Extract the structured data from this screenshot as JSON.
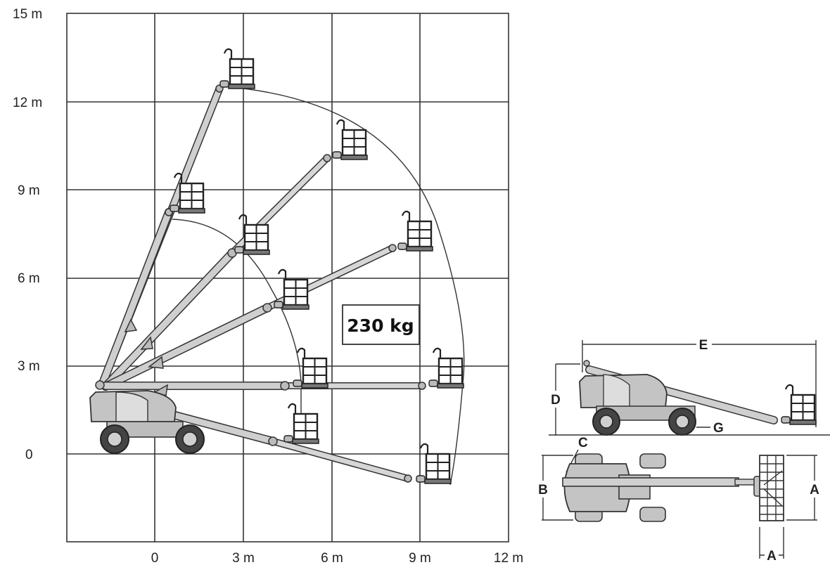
{
  "y_axis_labels": [
    "15 m",
    "12 m",
    "9 m",
    "6 m",
    "3 m",
    "0"
  ],
  "x_axis_labels": [
    "0",
    "3 m",
    "6 m",
    "9 m",
    "12 m"
  ],
  "capacity_label": "230 kg",
  "dimension_labels": {
    "side_view": {
      "E": "E",
      "D": "D",
      "G": "G"
    },
    "top_view": {
      "C": "C",
      "B": "B",
      "A_right": "A",
      "A_bottom": "A"
    }
  }
}
